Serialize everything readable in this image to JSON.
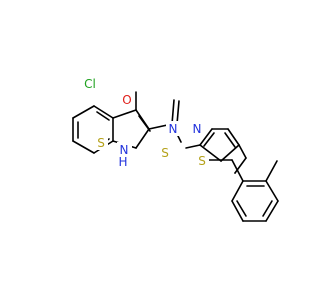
{
  "molecule": {
    "atoms": {
      "cl": "Cl",
      "o": "O",
      "s_thiophene": "S",
      "n_amide": "N",
      "h_amide": "H",
      "n_ring_top": "N",
      "n_ring_right": "N",
      "s_thiadiazole": "S",
      "s_thioether": "S"
    },
    "colors": {
      "cl": "#1FA11F",
      "o": "#E0201B",
      "s": "#B5A21B",
      "n": "#2233DD",
      "bond": "#000000"
    }
  }
}
